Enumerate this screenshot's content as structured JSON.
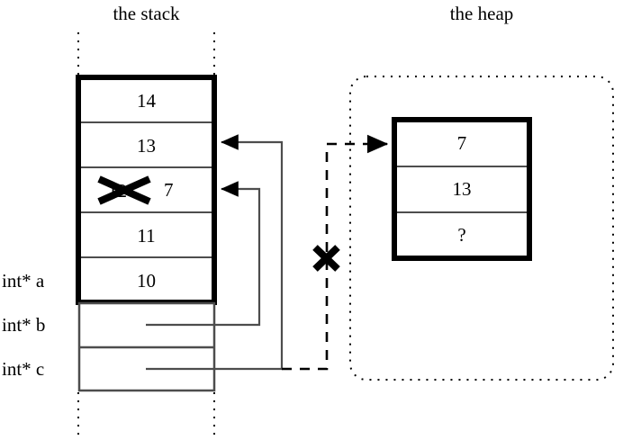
{
  "headings": {
    "stack": "the stack",
    "heap": "the heap"
  },
  "stack": {
    "frame_cells": [
      {
        "value": "14"
      },
      {
        "value": "13"
      },
      {
        "value": "12",
        "struck": true,
        "new_value": "7"
      },
      {
        "value": "11"
      },
      {
        "value": "10"
      }
    ],
    "pointer_rows": [
      {
        "label": "int* a"
      },
      {
        "label": "int* b"
      },
      {
        "label": "int* c"
      }
    ]
  },
  "heap": {
    "cells": [
      {
        "value": "7"
      },
      {
        "value": "13"
      },
      {
        "value": "?"
      }
    ]
  },
  "annotations": {
    "invalid_pointer_mark": "x-cross-mark",
    "struck_value_mark": "x-cross-mark"
  },
  "colors": {
    "stroke": "#000000",
    "thin_stroke": "#4d4d4d",
    "background": "#ffffff"
  }
}
